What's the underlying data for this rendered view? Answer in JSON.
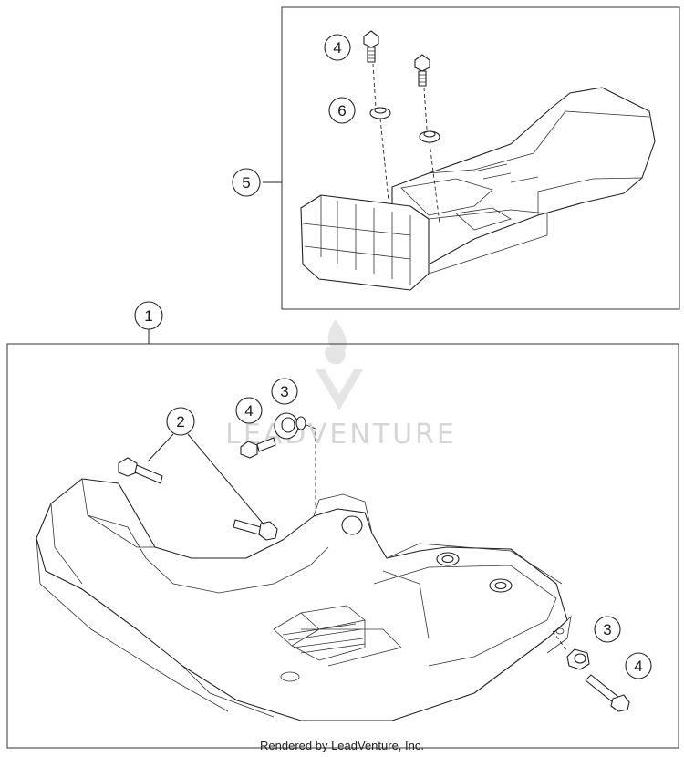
{
  "footer": {
    "credit": "Rendered by LeadVenture, Inc."
  },
  "watermark": {
    "text": "LEADVENTURE"
  },
  "callouts": {
    "c4_top": "4",
    "c6_top": "6",
    "c5": "5",
    "c1": "1",
    "c3_mid": "3",
    "c4_mid": "4",
    "c2": "2",
    "c3_bot": "3",
    "c4_bot": "4"
  },
  "colors": {
    "line": "#222222",
    "watermark": "#d6d6d6"
  }
}
